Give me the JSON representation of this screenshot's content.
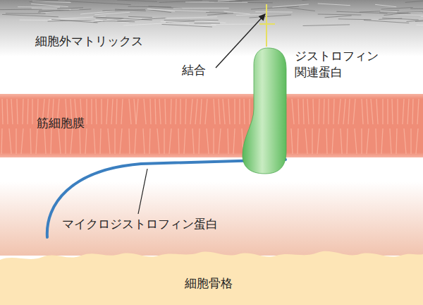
{
  "diagram": {
    "nodes": [
      {
        "text": [
          "ジストロフィン 関連蛋白"
        ]
      }
    ],
    "labels": [
      "細胞外マトリックス",
      "結合",
      "筋細胞膜",
      "マイクロジストロフィン蛋白",
      "細胞骨格"
    ]
  }
}
